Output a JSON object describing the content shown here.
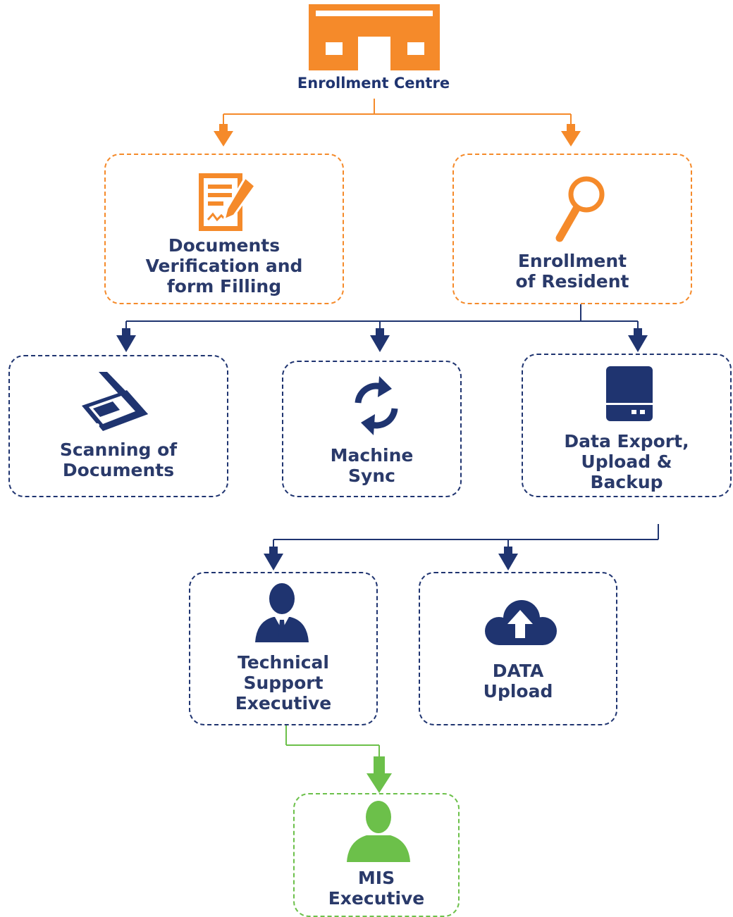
{
  "colors": {
    "orange": "#f58a2a",
    "navy": "#1f3470",
    "green": "#6cc04a"
  },
  "root": {
    "label": "Enrollment Centre",
    "icon": "building-icon"
  },
  "level1": [
    {
      "label": "Documents\nVerification and\nform Filling",
      "icon": "form-edit-icon"
    },
    {
      "label": "Enrollment\nof Resident",
      "icon": "magnifier-icon"
    }
  ],
  "level2": [
    {
      "label": "Scanning of\nDocuments",
      "icon": "scanner-icon"
    },
    {
      "label": "Machine\nSync",
      "icon": "sync-icon"
    },
    {
      "label": "Data Export,\nUpload &\nBackup",
      "icon": "hard-drive-icon"
    }
  ],
  "level3": [
    {
      "label": "Technical\nSupport\nExecutive",
      "icon": "executive-user-icon"
    },
    {
      "label": "DATA\nUpload",
      "icon": "cloud-upload-icon"
    }
  ],
  "level4": [
    {
      "label": "MIS\nExecutive",
      "icon": "user-icon"
    }
  ]
}
